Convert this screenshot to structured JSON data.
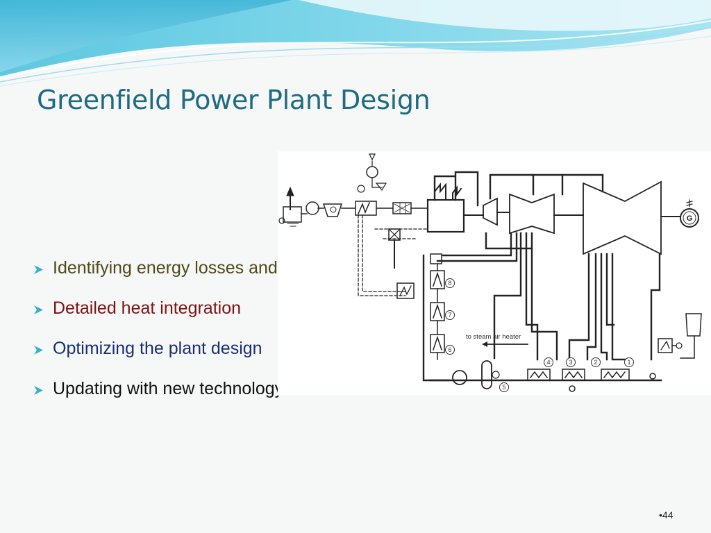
{
  "slide": {
    "title": "Greenfield Power Plant Design",
    "page_number": "•44",
    "colors": {
      "title": "#1f6b82",
      "bullet_arrow": "#2fb3c8",
      "header_wave": "#4fc3dc"
    },
    "bullets": [
      {
        "text": "Identifying energy losses and gains",
        "color": "#4f4a18",
        "icon": "arrow-bullet-icon"
      },
      {
        "text": "Detailed heat integration",
        "color": "#7a1414",
        "icon": "arrow-bullet-icon"
      },
      {
        "text": "Optimizing the plant design",
        "color": "#1a2f72",
        "icon": "arrow-bullet-icon"
      },
      {
        "text": "Updating with new technology",
        "color": "#111111",
        "icon": "arrow-bullet-icon"
      }
    ]
  },
  "diagram": {
    "annotation": "to steam  air heater",
    "generator_label": "G",
    "heater_numbers": [
      "8",
      "7",
      "6",
      "5",
      "4",
      "3",
      "2",
      "1"
    ]
  }
}
